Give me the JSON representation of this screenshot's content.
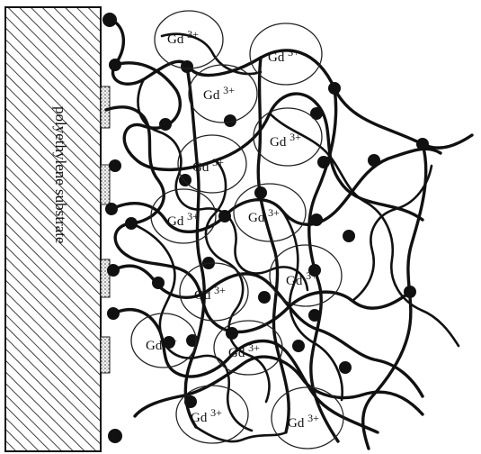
{
  "substrate": {
    "label": "polyethylene substrate"
  },
  "ion": {
    "symbol": "Gd",
    "charge": "3+"
  },
  "ions": [
    {
      "id": "ion-1"
    },
    {
      "id": "ion-2"
    },
    {
      "id": "ion-3"
    },
    {
      "id": "ion-4"
    },
    {
      "id": "ion-5"
    },
    {
      "id": "ion-6"
    },
    {
      "id": "ion-7"
    },
    {
      "id": "ion-8"
    },
    {
      "id": "ion-9"
    },
    {
      "id": "ion-10"
    },
    {
      "id": "ion-11"
    },
    {
      "id": "ion-12"
    }
  ]
}
